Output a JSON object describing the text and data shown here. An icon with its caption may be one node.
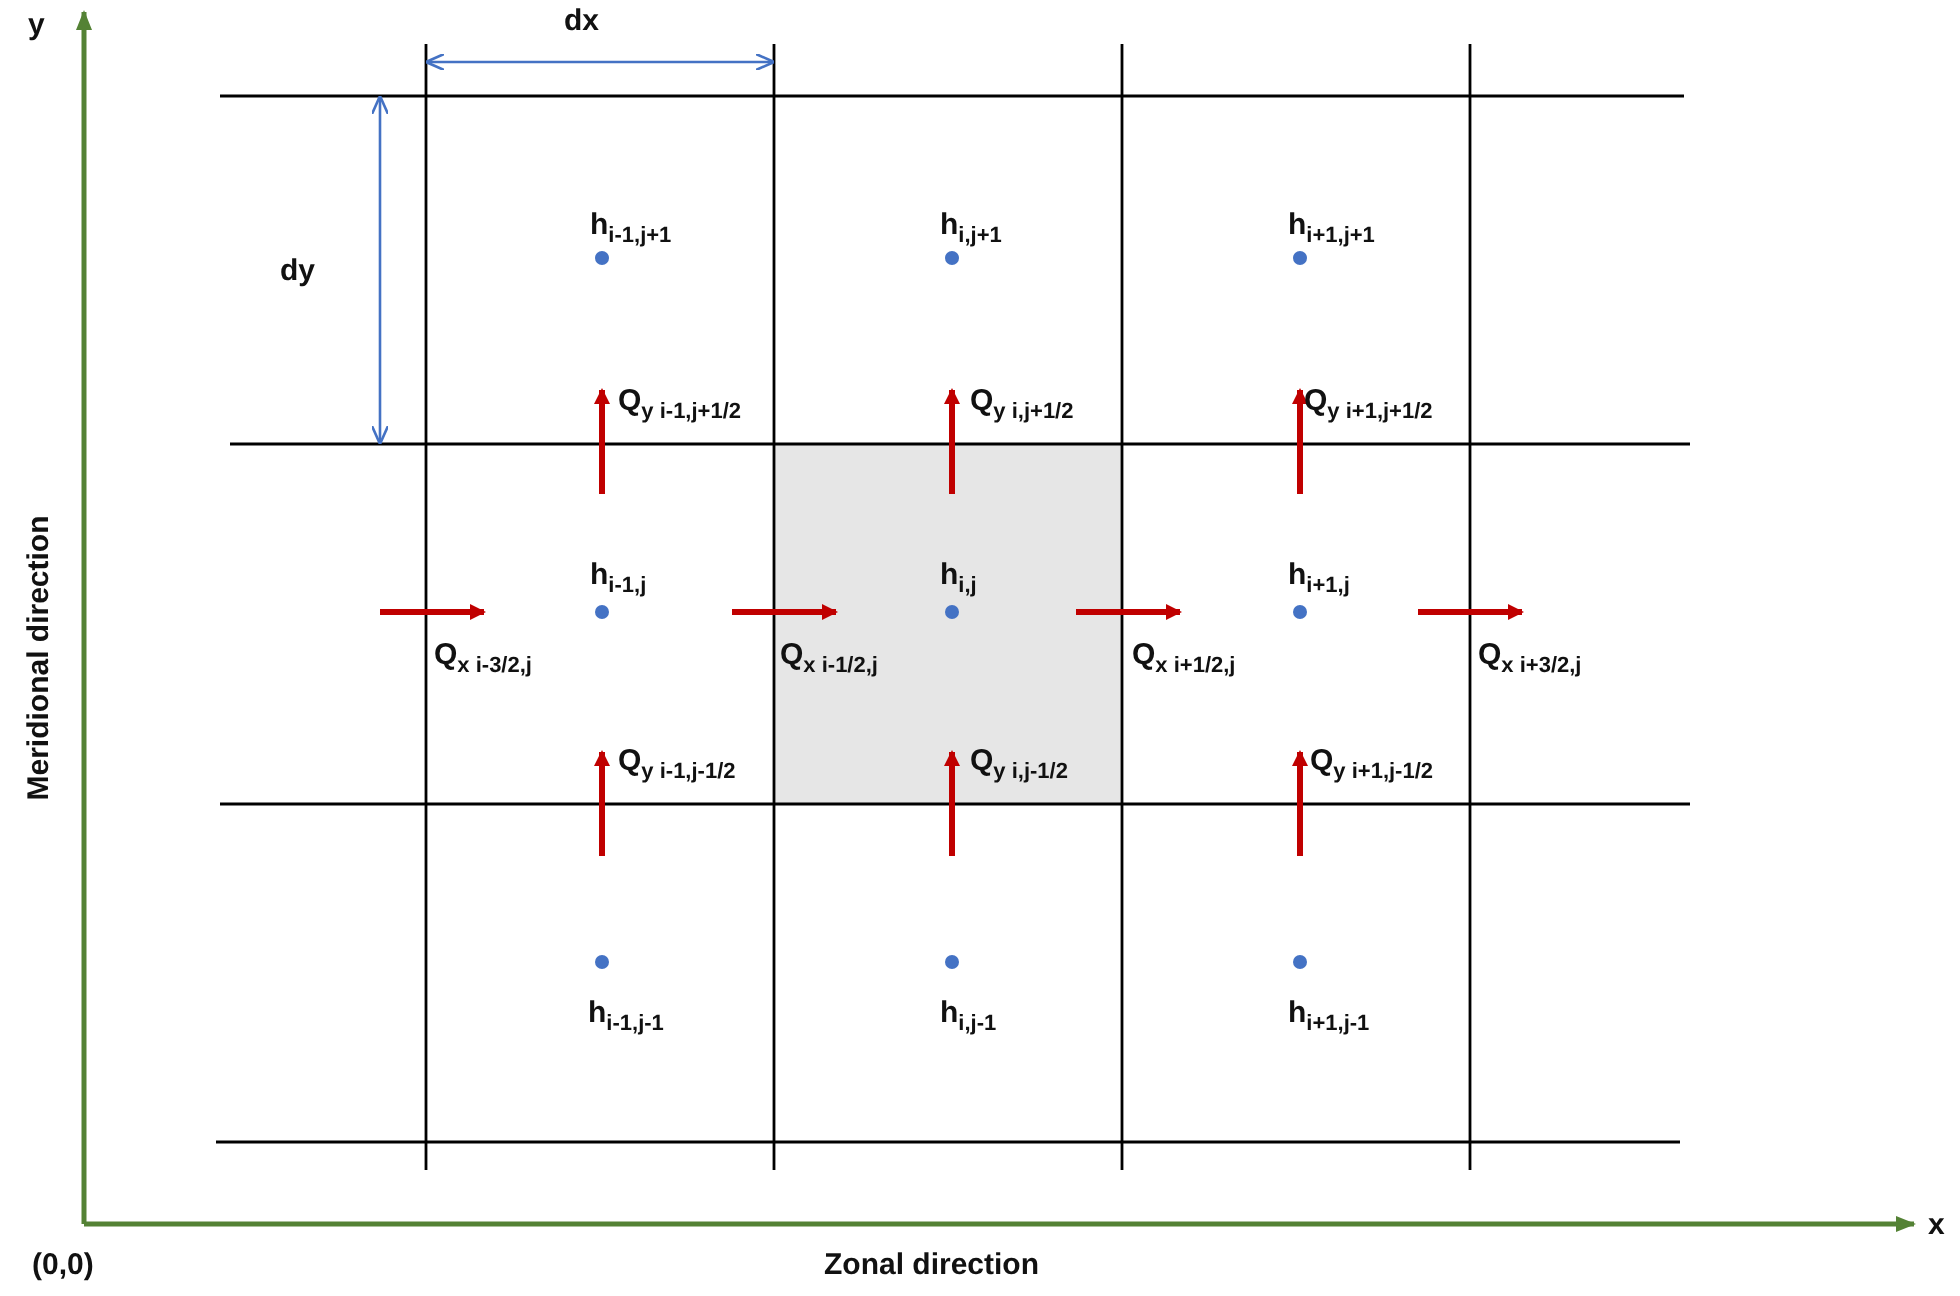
{
  "diagram": {
    "labels": [
      "y",
      "Meridional direction",
      "dx",
      "dy",
      "h$_{i-1,j+1}$",
      "h$_{i,j+1}$",
      "h$_{i+1,j+1}$",
      "Q$_{y i-1,j+1/2}$",
      "Q$_{y i,j+1/2}$",
      "Q$_{y i+1,j+1/2}$",
      "h$_{i-1,j}$",
      "h$_{i,j}$",
      "h$_{i+1,j}$",
      "Q$_{x i-3/2,j}$",
      "Q$_{x i-1/2,j}$",
      "Q$_{x i+1/2,j}$",
      "Q$_{x i+3/2,j}$",
      "Q$_{y i-1,j-1/2}$",
      "Q$_{y i,j-1/2}$",
      "Q$_{y i+1,j-1/2}$",
      "h$_{i-1,j-1}$",
      "h$_{i,j-1}$",
      "h$_{i+1,j-1}$",
      "x",
      "(0,0)",
      "Zonal direction"
    ]
  }
}
